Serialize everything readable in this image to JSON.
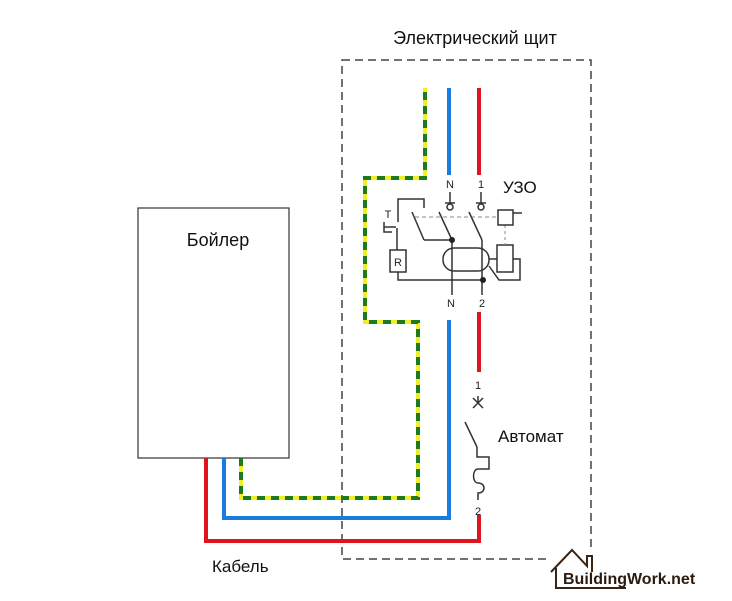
{
  "title": "Электрический щит",
  "boiler_label": "Бойлер",
  "rcd_label": "УЗО",
  "breaker_label": "Автомат",
  "cable_label": "Кабель",
  "rcd_terminals": {
    "n_top": "N",
    "l_top": "1",
    "n_bottom": "N",
    "l_bottom": "2",
    "test": "T",
    "resistor": "R"
  },
  "breaker_terminals": {
    "top": "1",
    "bottom": "2"
  },
  "logo": "BuildingWork.net",
  "colors": {
    "phase": "#e0141e",
    "neutral": "#1a7be0",
    "ground_yellow": "#f2ef20",
    "ground_green": "#1f7a1f",
    "panel": "#444444"
  }
}
